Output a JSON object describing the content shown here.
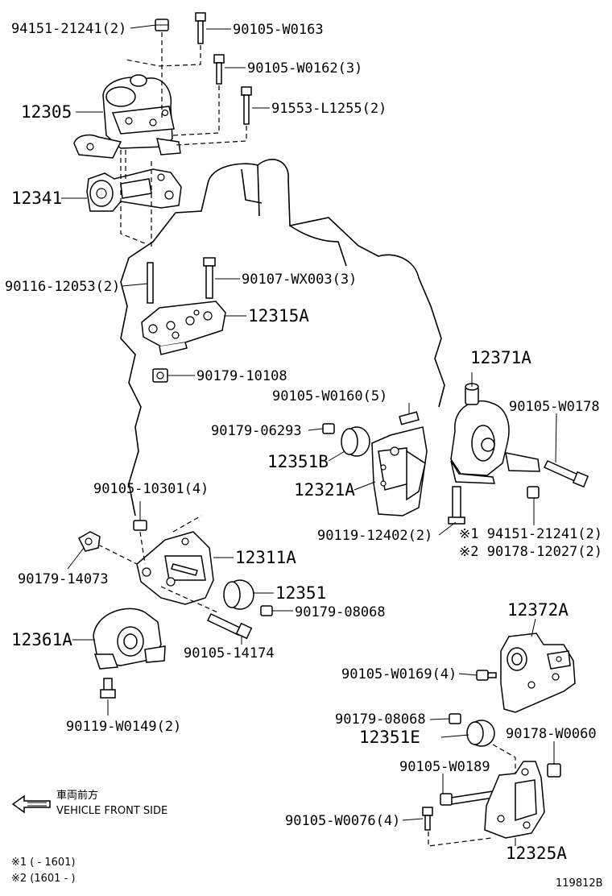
{
  "labels": {
    "p94151_21241_top": "94151-21241(2)",
    "p90105_W0163": "90105-W0163",
    "p90105_W0162": "90105-W0162(3)",
    "p91553_L1255": "91553-L1255(2)",
    "p12305": "12305",
    "p12341": "12341",
    "p90116_12053": "90116-12053(2)",
    "p90107_WX003": "90107-WX003(3)",
    "p12315A": "12315A",
    "p90179_10108": "90179-10108",
    "p12371A": "12371A",
    "p90105_W0160": "90105-W0160(5)",
    "p90105_W0178": "90105-W0178",
    "p90179_06293": "90179-06293",
    "p12351B": "12351B",
    "p12321A": "12321A",
    "p90105_10301": "90105-10301(4)",
    "p90119_12402": "90119-12402(2)",
    "p94151_21241_note": "※1 94151-21241(2)",
    "p90178_12027_note": "※2 90178-12027(2)",
    "p90179_14073": "90179-14073",
    "p12311A": "12311A",
    "p12351": "12351",
    "p90179_08068_a": "90179-08068",
    "p12361A": "12361A",
    "p90105_14174": "90105-14174",
    "p12372A": "12372A",
    "p90105_W0169": "90105-W0169(4)",
    "p90119_W0149": "90119-W0149(2)",
    "p90179_08068_b": "90179-08068",
    "p12351E": "12351E",
    "p90178_W0060": "90178-W0060",
    "p90105_W0189": "90105-W0189",
    "p90105_W0076": "90105-W0076(4)",
    "p12325A": "12325A"
  },
  "legend": {
    "front_jp": "車両前方",
    "front_en": "VEHICLE FRONT SIDE",
    "note1": "※1 (     - 1601)",
    "note2": "※2 (1601 -      )"
  },
  "figure_id": "119812B",
  "icons": {
    "direction_arrow": "left-arrow-icon"
  }
}
